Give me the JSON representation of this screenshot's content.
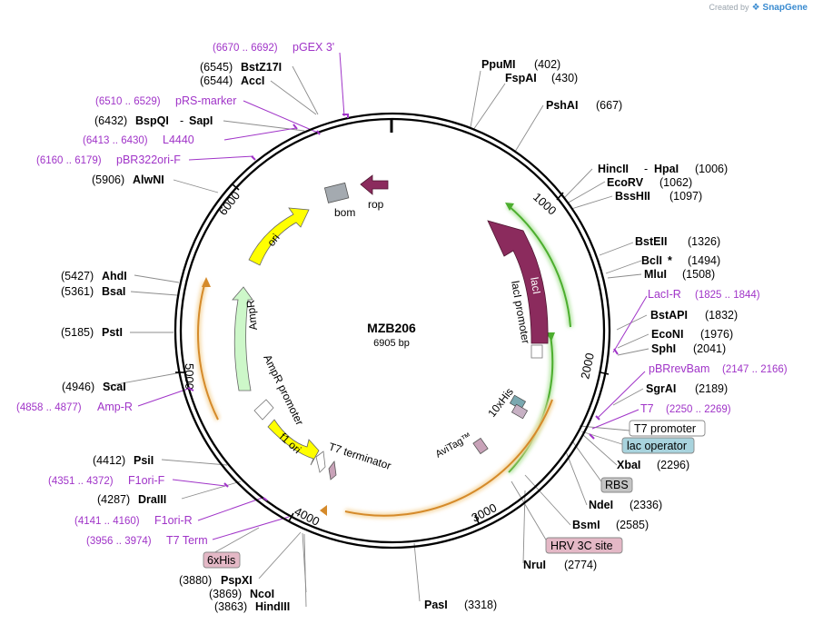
{
  "credit": {
    "prefix": "Created by",
    "brand": "SnapGene",
    "icon": "snapgene-logo-icon"
  },
  "plasmid": {
    "name": "MZB206",
    "size_label": "6905 bp",
    "length": 6905
  },
  "ticks": [
    "1000",
    "2000",
    "3000",
    "4000",
    "5000",
    "6000"
  ],
  "sites": [
    {
      "name": "PpuMI",
      "pos": "(402)"
    },
    {
      "name": "FspAI",
      "pos": "(430)"
    },
    {
      "name": "PshAI",
      "pos": "(667)"
    },
    {
      "name": "HincII",
      "name2": "HpaI",
      "pos": "(1006)"
    },
    {
      "name": "EcoRV",
      "pos": "(1062)"
    },
    {
      "name": "BssHII",
      "pos": "(1097)"
    },
    {
      "name": "BstEII",
      "pos": "(1326)"
    },
    {
      "name": "BclI",
      "star": "*",
      "pos": "(1494)"
    },
    {
      "name": "MluI",
      "pos": "(1508)"
    },
    {
      "name": "BstAPI",
      "pos": "(1832)"
    },
    {
      "name": "EcoNI",
      "pos": "(1976)"
    },
    {
      "name": "SphI",
      "pos": "(2041)"
    },
    {
      "name": "SgrAI",
      "pos": "(2189)"
    },
    {
      "name": "XbaI",
      "pos": "(2296)"
    },
    {
      "name": "NdeI",
      "pos": "(2336)"
    },
    {
      "name": "BsmI",
      "pos": "(2585)"
    },
    {
      "name": "NruI",
      "pos": "(2774)"
    },
    {
      "name": "PasI",
      "pos": "(3318)"
    },
    {
      "name": "HindIII",
      "pos": "(3863)"
    },
    {
      "name": "NcoI",
      "pos": "(3869)"
    },
    {
      "name": "PspXI",
      "pos": "(3880)"
    },
    {
      "name": "DraIII",
      "pos": "(4287)"
    },
    {
      "name": "PsiI",
      "pos": "(4412)"
    },
    {
      "name": "ScaI",
      "pos": "(4946)"
    },
    {
      "name": "PstI",
      "pos": "(5185)"
    },
    {
      "name": "BsaI",
      "pos": "(5361)"
    },
    {
      "name": "AhdI",
      "pos": "(5427)"
    },
    {
      "name": "AlwNI",
      "pos": "(5906)"
    },
    {
      "name": "BspQI",
      "name2": "SapI",
      "pos": "(6432)"
    },
    {
      "name": "AccI",
      "pos": "(6544)"
    },
    {
      "name": "BstZ17I",
      "pos": "(6545)"
    }
  ],
  "primers": [
    {
      "range": "(6670 .. 6692)",
      "name": "pGEX 3'"
    },
    {
      "range": "(6510 .. 6529)",
      "name": "pRS-marker"
    },
    {
      "range": "(6413 .. 6430)",
      "name": "L4440"
    },
    {
      "range": "(6160 .. 6179)",
      "name": "pBR322ori-F"
    },
    {
      "name": "LacI-R",
      "range": "(1825 .. 1844)"
    },
    {
      "name": "pBRrevBam",
      "range": "(2147 .. 2166)"
    },
    {
      "name": "T7",
      "range": "(2250 .. 2269)"
    },
    {
      "range": "(4858 .. 4877)",
      "name": "Amp-R"
    },
    {
      "range": "(4351 .. 4372)",
      "name": "F1ori-F"
    },
    {
      "range": "(4141 .. 4160)",
      "name": "F1ori-R"
    },
    {
      "range": "(3956 .. 3974)",
      "name": "T7 Term"
    }
  ],
  "boxed_features": [
    "T7 promoter",
    "lac operator",
    "RBS",
    "HRV 3C site",
    "6xHis"
  ],
  "inner_features": [
    "bom",
    "rop",
    "ori",
    "lacI",
    "lacI promoter",
    "AmpR",
    "AmpR promoter",
    "f1 ori",
    "T7 terminator",
    "10xHis",
    "AviTag™"
  ],
  "colors": {
    "backbone": "#000000",
    "site_label": "#000000",
    "site_pos": "#222222",
    "primer": "#a034c8",
    "leader": "#8c8c8c",
    "lacI": "#8b2b5d",
    "ori": "#ffff00",
    "ampr": "#cdf7c9",
    "f1ori": "#ffff00",
    "orf_orange": "#d58a2a",
    "orf_green": "#4cae2e",
    "box_t7": "#ffffff",
    "box_lac": "#a8d3dd",
    "box_rbs": "#c4c4c4",
    "box_hrv": "#e4b8c6",
    "box_6xhis": "#e4b8c6"
  }
}
